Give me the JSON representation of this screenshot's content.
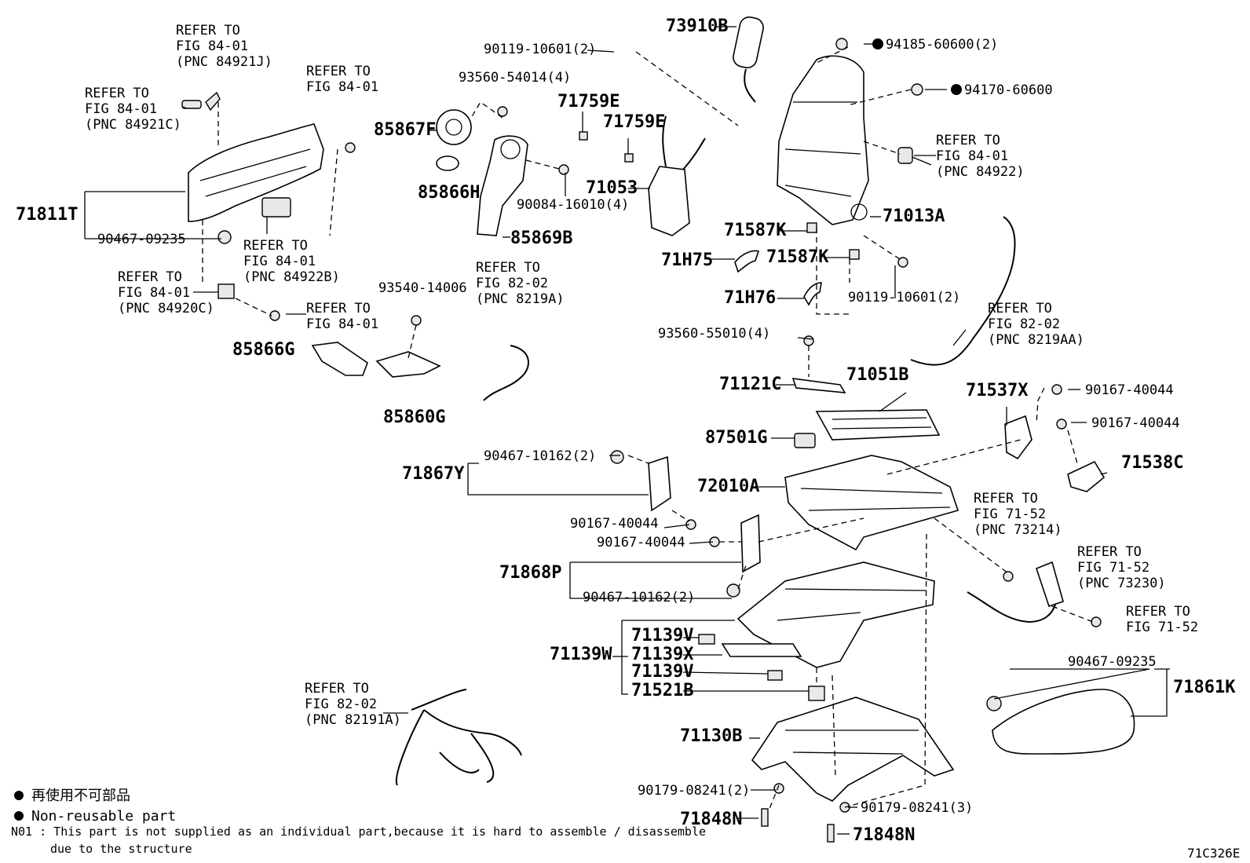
{
  "callouts": {
    "refer_84_01_84921J": [
      "REFER TO",
      "FIG 84-01",
      "(PNC 84921J)"
    ],
    "refer_84_01_84921C": [
      "REFER TO",
      "FIG 84-01",
      "(PNC 84921C)"
    ],
    "refer_84_01_a": [
      "REFER TO",
      "FIG 84-01"
    ],
    "refer_84_01_84922B": [
      "REFER TO",
      "FIG 84-01",
      "(PNC 84922B)"
    ],
    "refer_84_01_84920C": [
      "REFER TO",
      "FIG 84-01",
      "(PNC 84920C)"
    ],
    "refer_84_01_b": [
      "REFER TO",
      "FIG 84-01"
    ],
    "refer_82_02_8219A": [
      "REFER TO",
      "FIG 82-02",
      "(PNC 8219A)"
    ],
    "refer_84_01_84922": [
      "REFER TO",
      "FIG 84-01",
      "(PNC 84922)"
    ],
    "refer_82_02_8219AA": [
      "REFER TO",
      "FIG 82-02",
      "(PNC 8219AA)"
    ],
    "refer_71_52_73214": [
      "REFER TO",
      "FIG 71-52",
      "(PNC 73214)"
    ],
    "refer_71_52_73230": [
      "REFER TO",
      "FIG 71-52",
      "(PNC 73230)"
    ],
    "refer_71_52": [
      "REFER TO",
      "FIG 71-52"
    ],
    "refer_82_02_82191A": [
      "REFER TO",
      "FIG 82-02",
      "(PNC 82191A)"
    ]
  },
  "small_labels": {
    "p90119_top": "90119-10601(2)",
    "p93560_54014": "93560-54014(4)",
    "p94185": "94185-60600(2)",
    "p94170": "94170-60600",
    "p90467_09235_a": "90467-09235",
    "p93540": "93540-14006",
    "p90084": "90084-16010(4)",
    "p90119_mid": "90119-10601(2)",
    "p93560_55010": "93560-55010(4)",
    "p90167_a": "90167-40044",
    "p90167_b": "90167-40044",
    "p90467_10162_a": "90467-10162(2)",
    "p90167_c": "90167-40044",
    "p90167_d": "90167-40044",
    "p90467_10162_b": "90467-10162(2)",
    "p90467_09235_b": "90467-09235",
    "p90179_a": "90179-08241(2)",
    "p90179_b": "90179-08241(3)"
  },
  "part_numbers": {
    "p73910B": "73910B",
    "p71759E_a": "71759E",
    "p71759E_b": "71759E",
    "p85867F": "85867F",
    "p85866H": "85866H",
    "p71053": "71053",
    "p85869B": "85869B",
    "p71811T": "71811T",
    "p71013A": "71013A",
    "p71587K_a": "71587K",
    "p71587K_b": "71587K",
    "p71H75": "71H75",
    "p71H76": "71H76",
    "p85866G": "85866G",
    "p85860G": "85860G",
    "p71121C": "71121C",
    "p71051B": "71051B",
    "p71537X": "71537X",
    "p87501G": "87501G",
    "p71538C": "71538C",
    "p72010A": "72010A",
    "p71867Y": "71867Y",
    "p71868P": "71868P",
    "p71139V_a": "71139V",
    "p71139X": "71139X",
    "p71139V_b": "71139V",
    "p71521B": "71521B",
    "p71139W": "71139W",
    "p71861K": "71861K",
    "p71130B": "71130B",
    "p71848N_a": "71848N",
    "p71848N_b": "71848N"
  },
  "legend": {
    "non_reusable_jp": "再使用不可部品",
    "non_reusable_en": "Non-reusable part",
    "n01_line1": "N01 : This part is not supplied as an individual part,because it is hard to assemble / disassemble",
    "n01_line2": "due to the structure"
  },
  "figure_code": "71C326E"
}
